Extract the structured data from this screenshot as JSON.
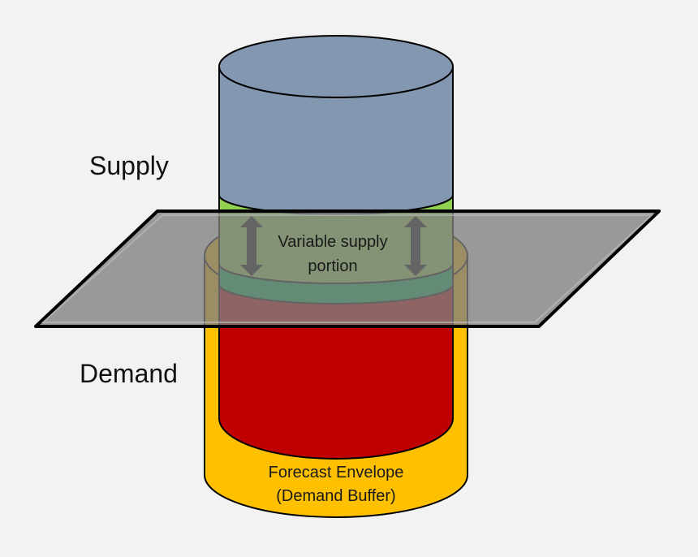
{
  "labels": {
    "supply": "Supply",
    "demand": "Demand",
    "variable_supply_line1": "Variable supply",
    "variable_supply_line2": "portion",
    "forecast_line1": "Forecast Envelope",
    "forecast_line2": "(Demand Buffer)"
  },
  "colors": {
    "background": "#f2f2f2",
    "supply_cylinder": "#8497b0",
    "variable_supply_band": "#92d050",
    "fixed_supply_band": "#00b050",
    "demand_cylinder": "#c00000",
    "forecast_envelope": "#ffc000",
    "plane": "#808080",
    "arrows": "#000000"
  },
  "icons": {
    "left_arrow": "double-headed-vertical-arrow",
    "right_arrow": "double-headed-vertical-arrow"
  }
}
